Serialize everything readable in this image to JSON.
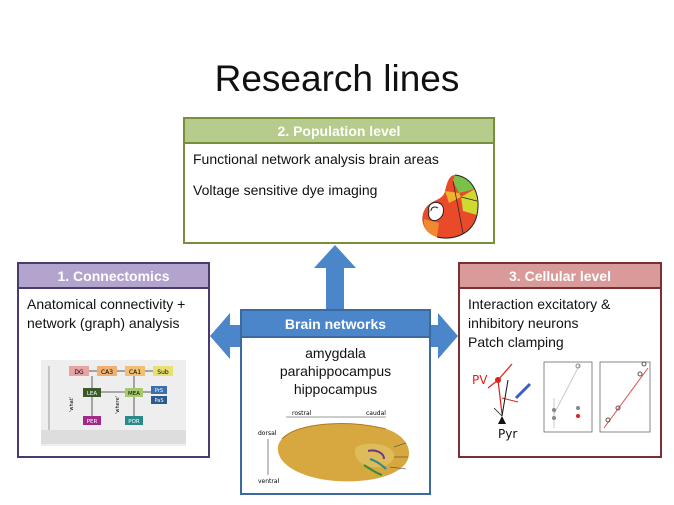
{
  "title": "Research lines",
  "population": {
    "header": "2. Population level",
    "line1": "Functional network analysis  brain areas",
    "line2": "Voltage sensitive dye imaging"
  },
  "connectomics": {
    "header": "1. Connectomics",
    "line1": "Anatomical connectivity +",
    "line2": "network (graph) analysis",
    "diagram": {
      "nodes": [
        "DG",
        "CA3",
        "CA1",
        "Sub",
        "LEA",
        "MEA",
        "PrS",
        "PaS",
        "PER",
        "POR"
      ],
      "labels": [
        "'what'",
        "'where'"
      ]
    }
  },
  "cellular": {
    "header": "3. Cellular level",
    "line1": "Interaction excitatory &",
    "line2": "inhibitory neurons",
    "line3": "Patch clamping",
    "labels": {
      "pv": "PV",
      "pyr": "Pyr"
    }
  },
  "brain": {
    "header": "Brain networks",
    "line1": "amygdala",
    "line2": "parahippocampus",
    "line3": "hippocampus",
    "labels": {
      "rostral": "rostral",
      "caudal": "caudal",
      "dorsal": "dorsal",
      "ventral": "ventral"
    }
  },
  "colors": {
    "population": "#b5cc8c",
    "connectomics": "#b3a4cd",
    "cellular": "#d99a9a",
    "brain": "#4a86c9",
    "arrow": "#4a86c9"
  }
}
